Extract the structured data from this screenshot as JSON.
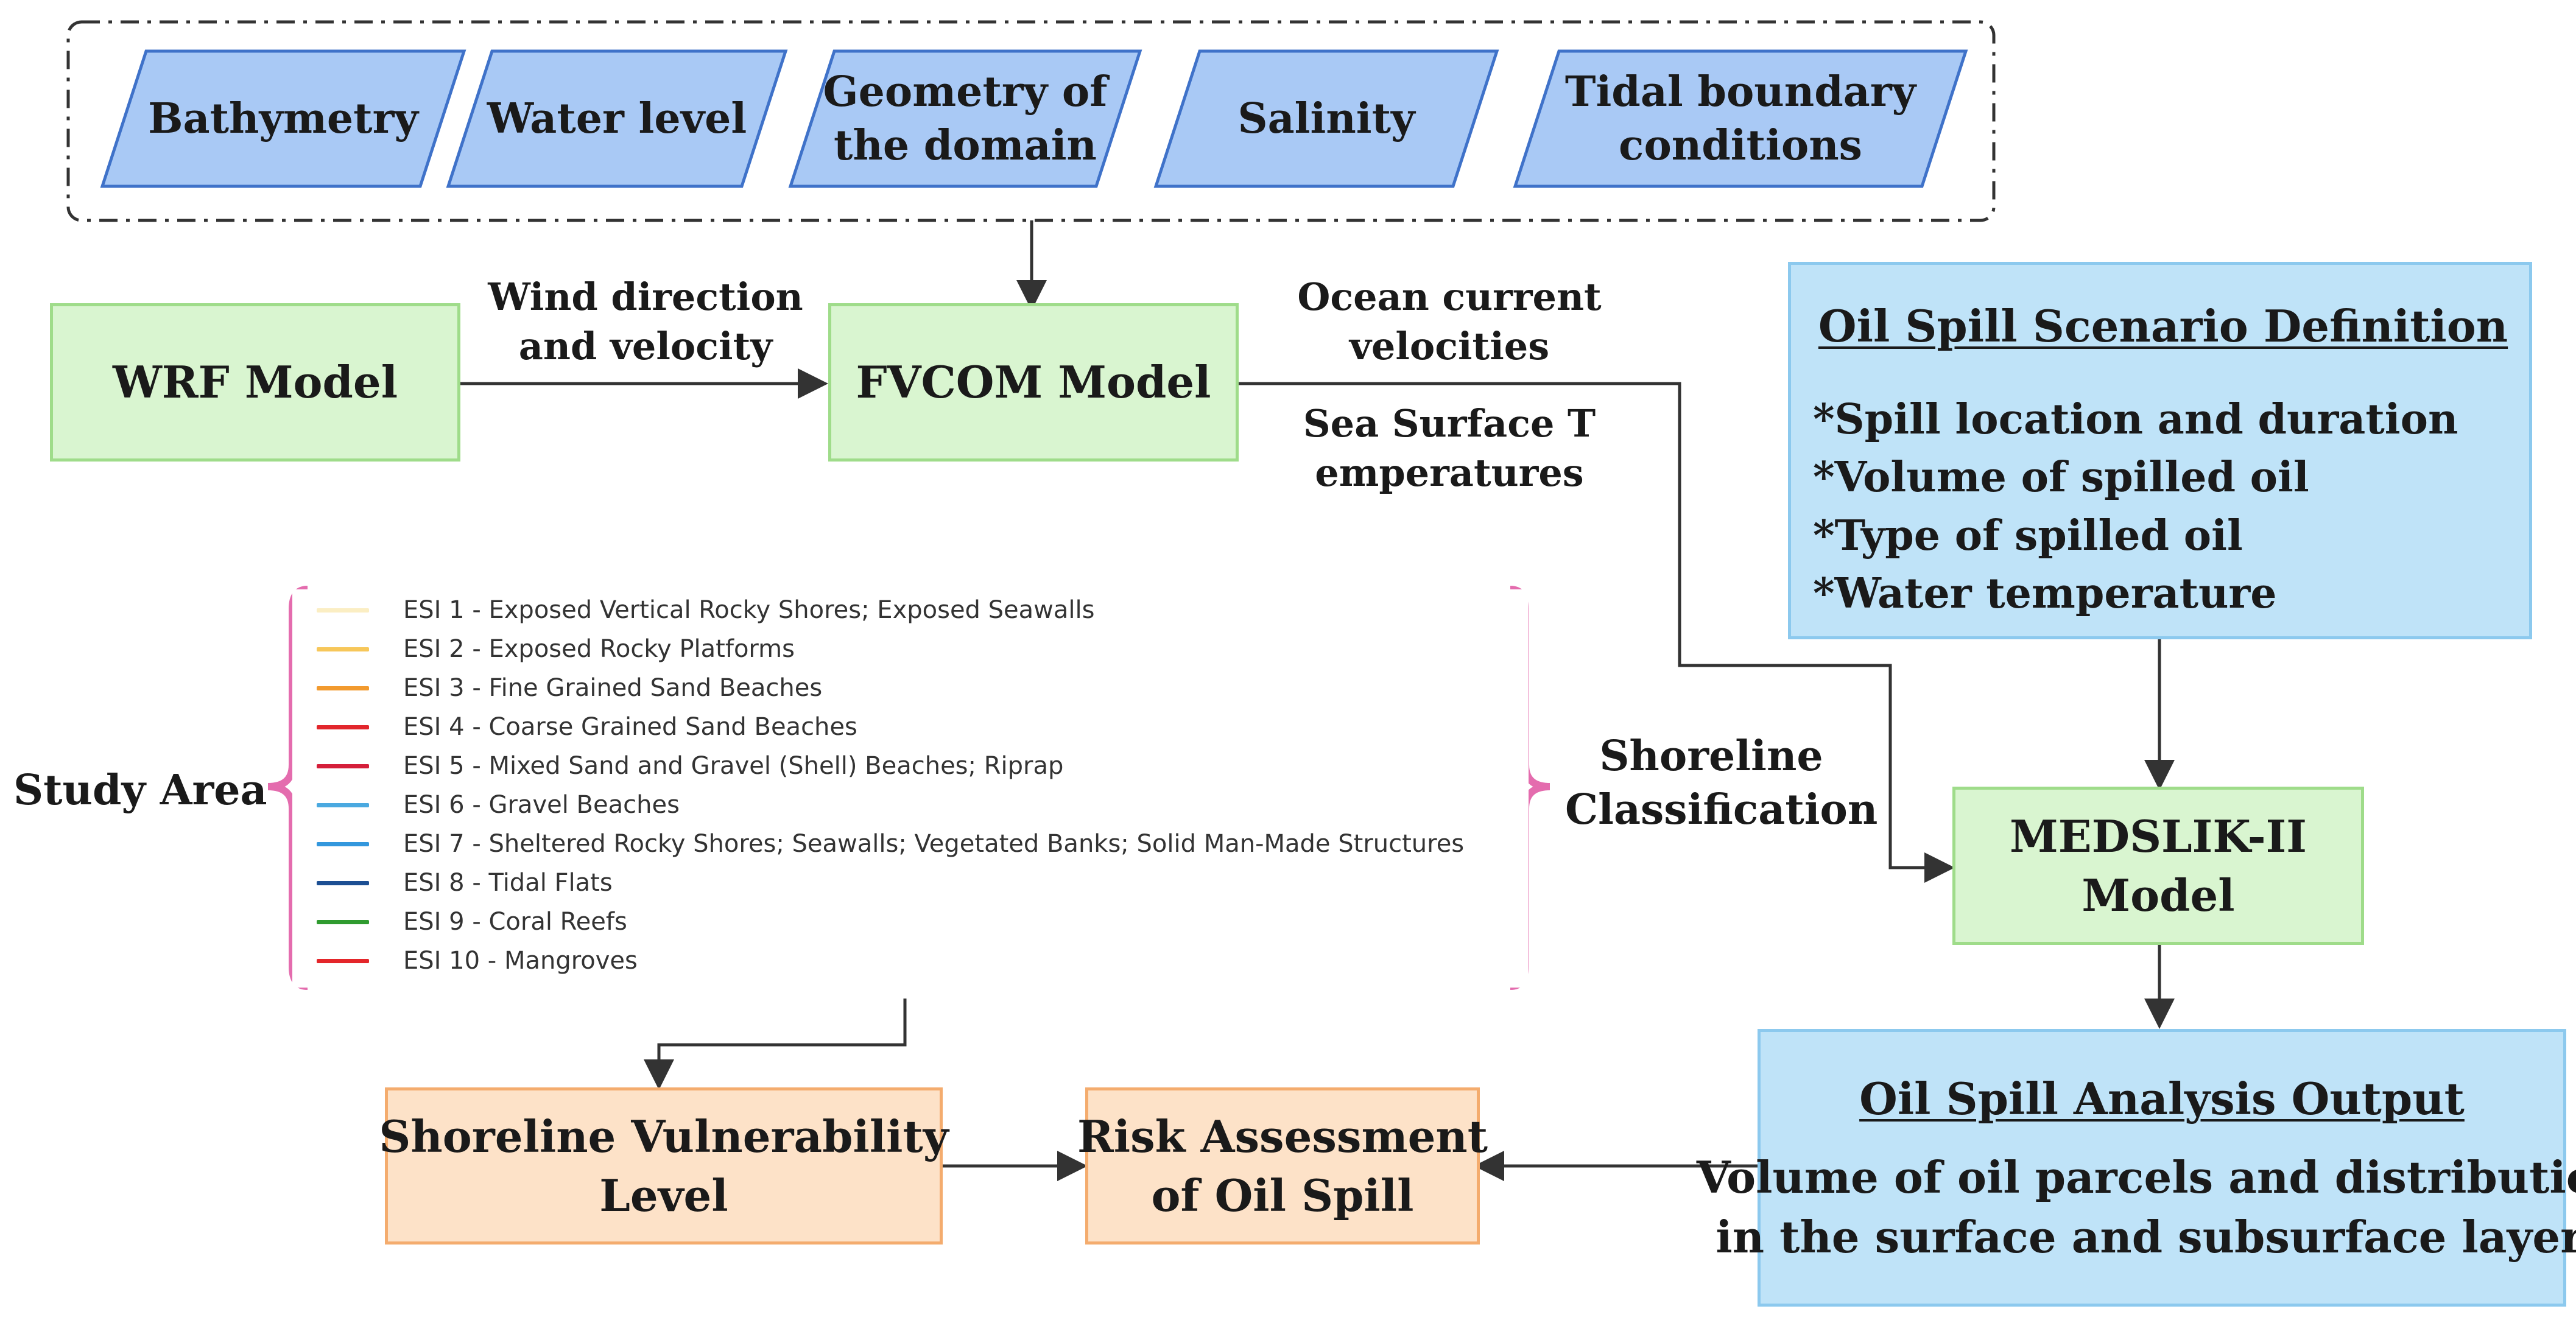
{
  "inputs": [
    {
      "id": "bathymetry",
      "lines": [
        "Bathymetry"
      ]
    },
    {
      "id": "water-level",
      "lines": [
        "Water level"
      ]
    },
    {
      "id": "geometry",
      "lines": [
        "Geometry of",
        "the domain"
      ]
    },
    {
      "id": "salinity",
      "lines": [
        "Salinity"
      ]
    },
    {
      "id": "tidal",
      "lines": [
        "Tidal boundary",
        "conditions"
      ]
    }
  ],
  "wrf": {
    "label": "WRF Model"
  },
  "fvcom": {
    "label": "FVCOM  Model"
  },
  "wind_label": {
    "line1": "Wind direction",
    "line2": "and velocity"
  },
  "ocean_label": {
    "line1": "Ocean current",
    "line2": "velocities"
  },
  "sst_label": {
    "line1": "Sea Surface T",
    "line2": "emperatures"
  },
  "scenario": {
    "title": "Oil Spill Scenario Definition",
    "items": [
      "*Spill location and duration",
      "*Volume of spilled oil",
      "*Type of spilled oil",
      "*Water temperature"
    ]
  },
  "medslik": {
    "line1": "MEDSLIK-II",
    "line2": "Model"
  },
  "study_area": "Study Area",
  "shoreline_classification": {
    "line1": "Shoreline",
    "line2": "Classification"
  },
  "legend": [
    {
      "label": "ESI 1 - Exposed Vertical Rocky Shores; Exposed Seawalls",
      "color": "#fbeec3"
    },
    {
      "label": "ESI 2 - Exposed Rocky Platforms",
      "color": "#f7c75a"
    },
    {
      "label": "ESI 3 - Fine Grained Sand Beaches",
      "color": "#f29a2e"
    },
    {
      "label": "ESI 4 - Coarse Grained Sand Beaches",
      "color": "#e2262c"
    },
    {
      "label": "ESI 5 - Mixed Sand and Gravel (Shell) Beaches; Riprap",
      "color": "#d51f3a"
    },
    {
      "label": "ESI 6 - Gravel Beaches",
      "color": "#4aa9e0"
    },
    {
      "label": "ESI 7 - Sheltered Rocky Shores; Seawalls; Vegetated Banks; Solid Man-Made Structures",
      "color": "#3397dd"
    },
    {
      "label": "ESI 8 - Tidal Flats",
      "color": "#1c4f93"
    },
    {
      "label": "ESI 9 - Coral Reefs",
      "color": "#2f9b2f"
    },
    {
      "label": "ESI 10 - Mangroves",
      "color": "#e4262a"
    }
  ],
  "vulnerability": {
    "line1": "Shoreline Vulnerability",
    "line2": "Level"
  },
  "risk": {
    "line1": "Risk Assessment",
    "line2": "of Oil Spill"
  },
  "output": {
    "title": "Oil Spill Analysis Output",
    "line1": "Volume of oil parcels and distribution",
    "line2": "in the surface and subsurface layers"
  },
  "colors": {
    "input_fill": "#a9c9f5",
    "input_stroke": "#3f72c9",
    "green_fill": "#d9f5d0",
    "blue_fill": "#bfe3f8",
    "orange_fill": "#fde2c8",
    "legend_bracket": "#e46cae",
    "arrow": "#333333"
  }
}
